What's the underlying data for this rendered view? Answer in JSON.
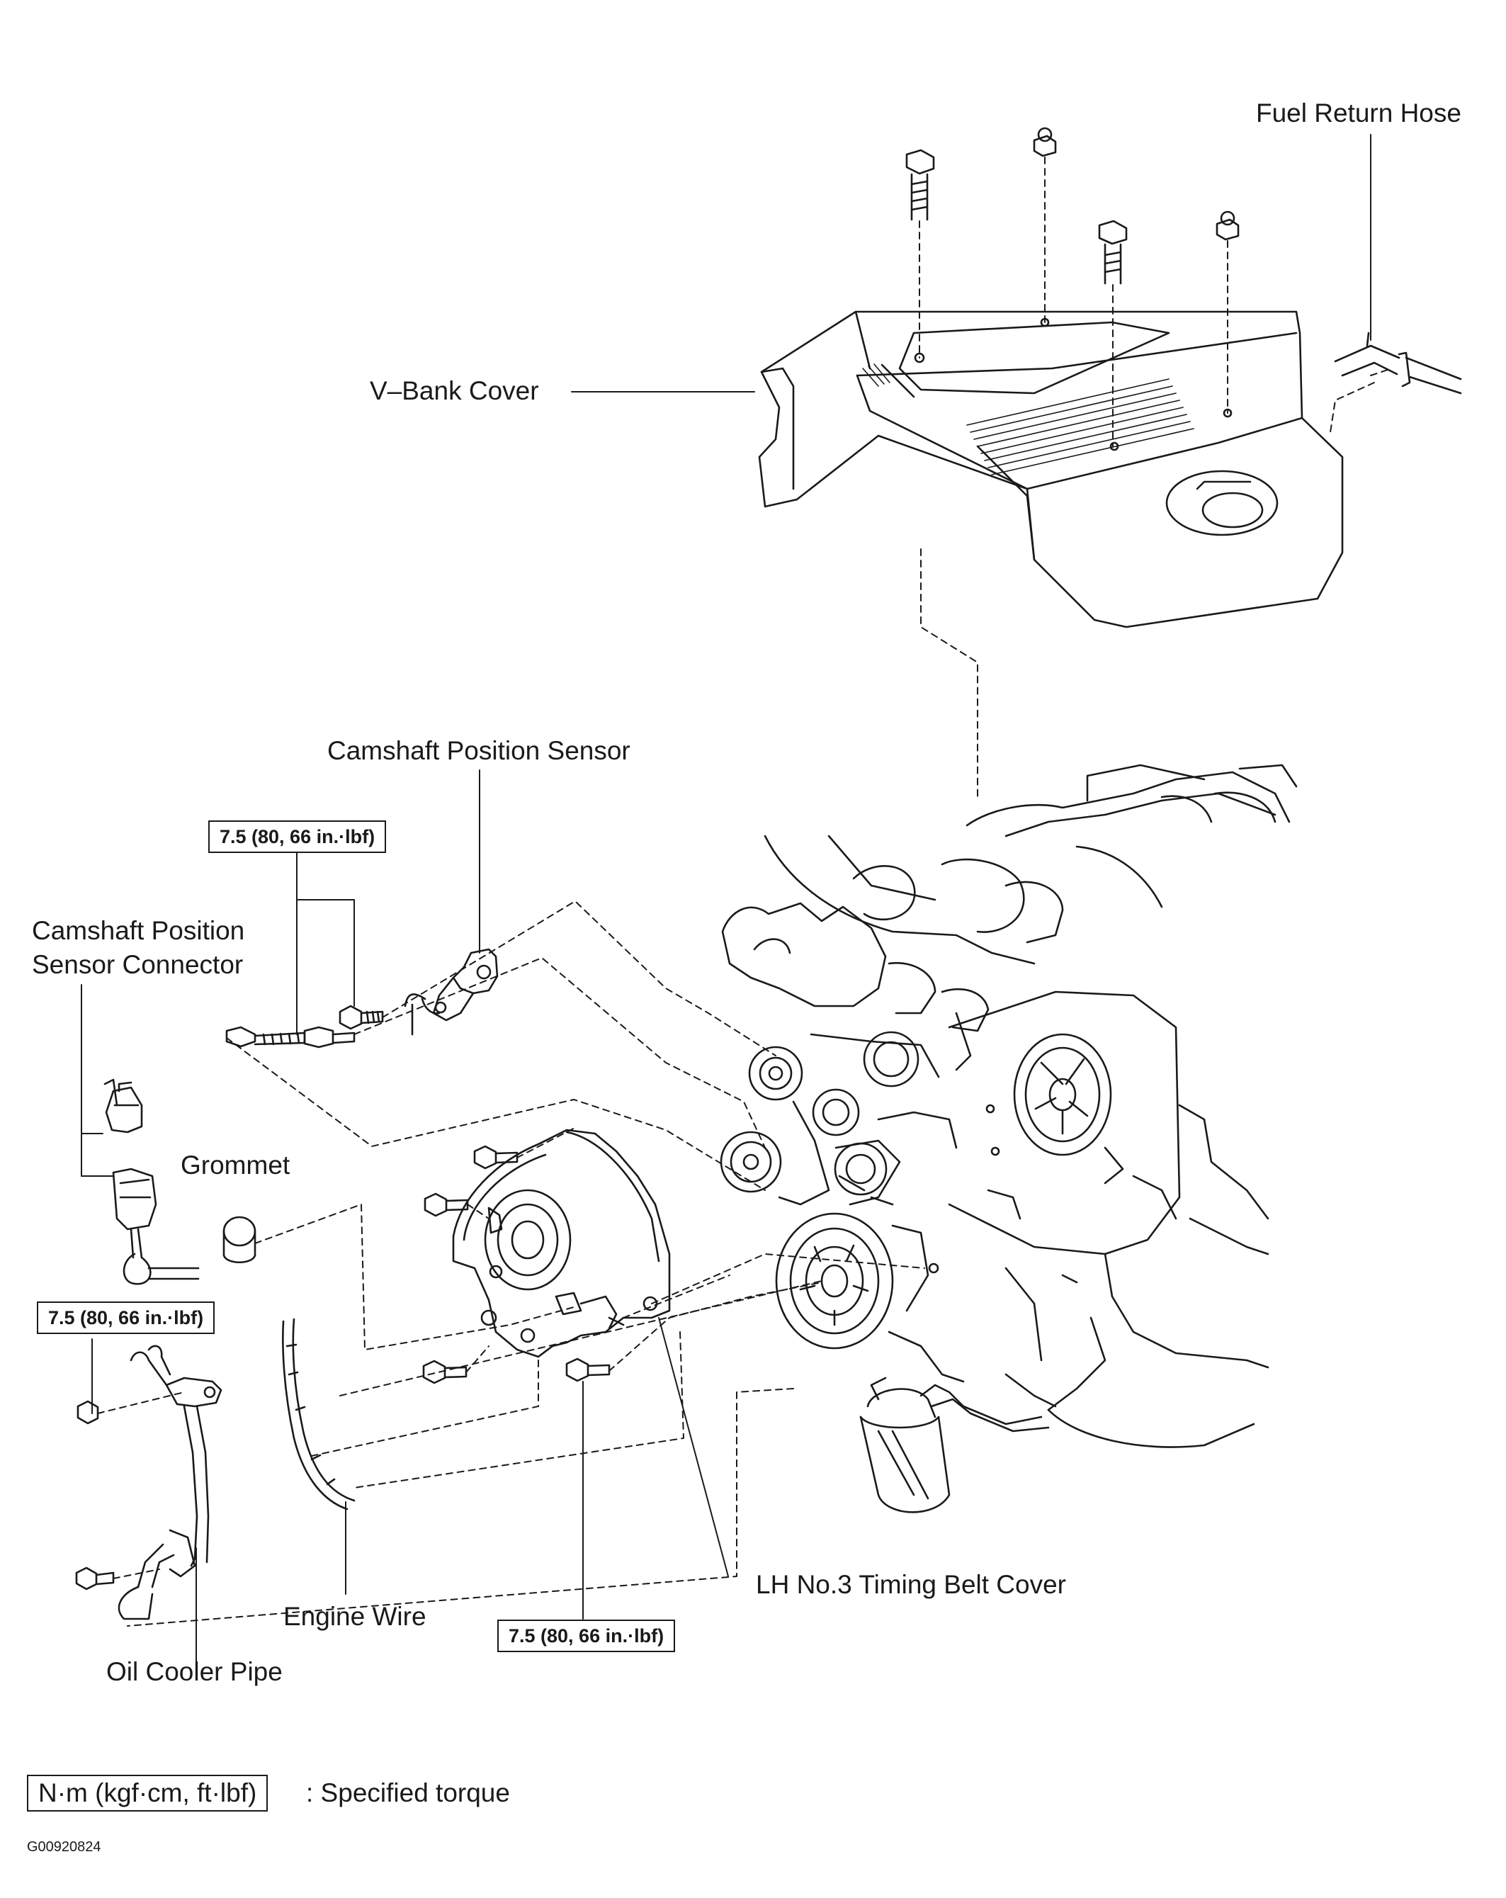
{
  "labels": {
    "fuel_return_hose": "Fuel Return Hose",
    "v_bank_cover": "V–Bank Cover",
    "camshaft_position_sensor": "Camshaft Position Sensor",
    "camshaft_position_sensor_connector_line1": "Camshaft Position",
    "camshaft_position_sensor_connector_line2": "Sensor Connector",
    "grommet": "Grommet",
    "lh_no3_timing_belt_cover": "LH No.3 Timing Belt Cover",
    "engine_wire": "Engine Wire",
    "oil_cooler_pipe": "Oil Cooler Pipe"
  },
  "torque_specs": {
    "camshaft_sensor_bolt": "7.5 (80, 66 in.·lbf)",
    "oil_cooler_pipe_bolt": "7.5 (80, 66 in.·lbf)",
    "timing_belt_cover_bolt": "7.5 (80, 66 in.·lbf)"
  },
  "legend": {
    "unit_box": "N·m (kgf·cm, ft·lbf)",
    "description": ": Specified torque"
  },
  "figure_code": "G00920824"
}
